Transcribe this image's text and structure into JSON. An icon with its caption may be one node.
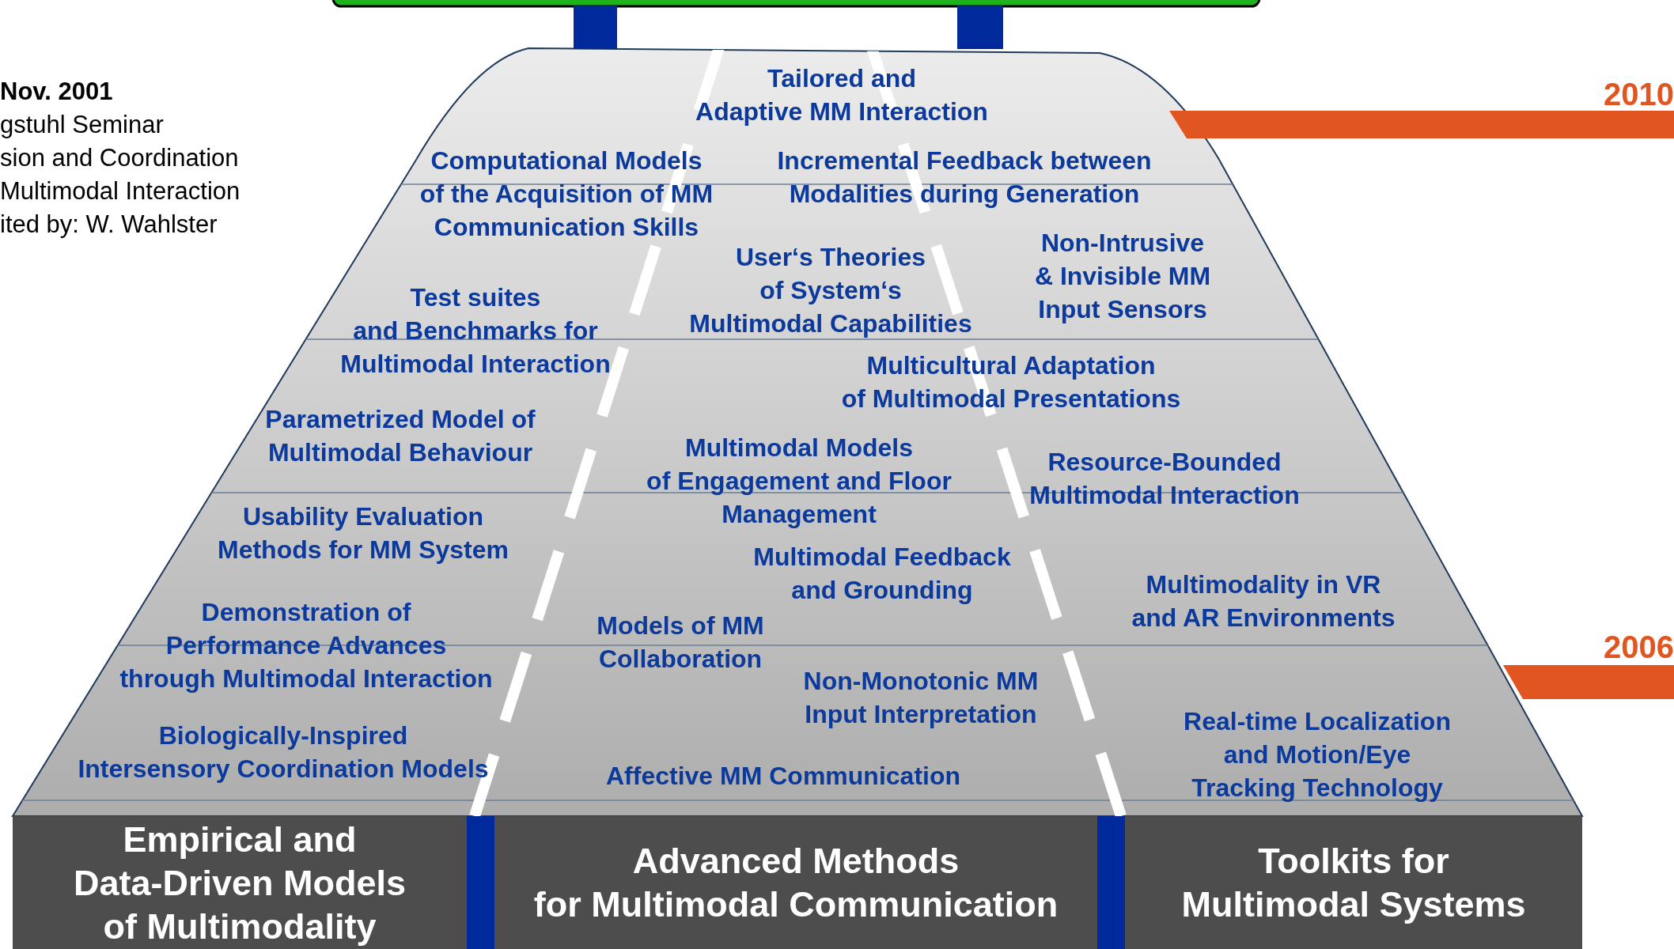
{
  "diagram": {
    "nodes": [
      {
        "text": [
          "Empirical and Data-Driven Models of Multimodality"
        ]
      },
      {
        "text": [
          "Advanced Methods for Multimodal Communication"
        ]
      },
      {
        "text": [
          "Toolkits for Multimodal Systems"
        ]
      }
    ],
    "labels": [
      "Nov. 2001",
      "gstuhl Seminar",
      "sion and Coordination",
      "Multimodal Interaction",
      "ited by: W. Wahlster",
      "2010",
      "Tailored and Adaptive MM Interaction",
      "Computational Models of the Acquisition of MM Communication Skills",
      "Incremental Feedback between Modalities during Generation",
      "Non-Intrusive & Invisible MM Input Sensors",
      "User‘s Theories of System‘s Multimodal Capabilities",
      "Test suites and Benchmarks for Multimodal Interaction",
      "Multicultural Adaptation of Multimodal Presentations",
      "Parametrized Model of Multimodal Behaviour",
      "Multimodal Models of Engagement and Floor Management",
      "Resource-Bounded Multimodal Interaction",
      "Usability Evaluation Methods for MM System",
      "Multimodal Feedback and Grounding",
      "Multimodality in VR and AR Environments",
      "Demonstration of Performance Advances through Multimodal Interaction",
      "Models of MM Collaboration",
      "2006",
      "Non-Monotonic MM Input Interpretation",
      "Real-time Localization and Motion/Eye Tracking Technology",
      "Biologically-Inspired Intersensory Coordination Models",
      "Affective MM Communication"
    ]
  }
}
